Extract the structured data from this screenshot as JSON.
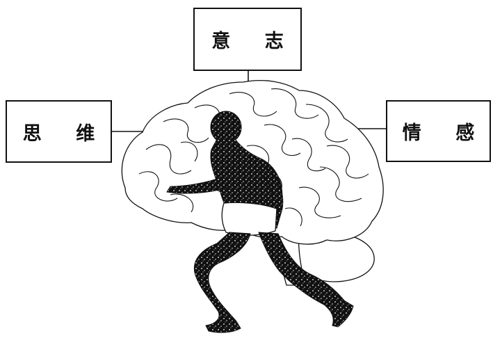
{
  "labels": {
    "top": "意 志",
    "left": "思 维",
    "right": "情 感"
  },
  "icons": {
    "brain": "brain-illustration",
    "runner": "running-figure-silhouette"
  }
}
